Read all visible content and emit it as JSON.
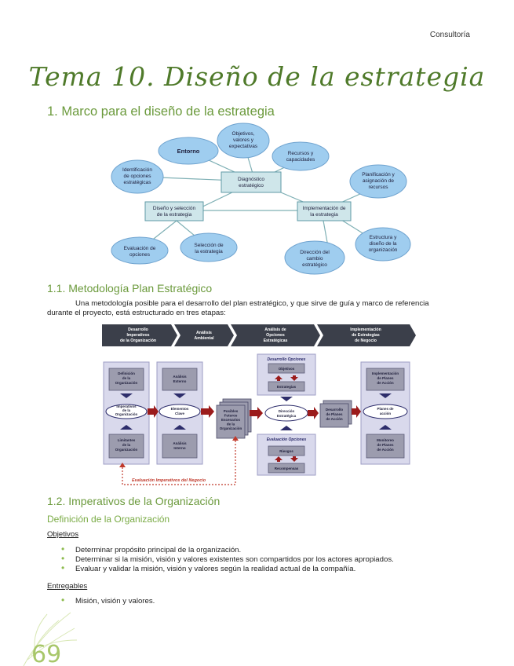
{
  "header": {
    "section": "Consultoría"
  },
  "title": "Tema 10. Diseño de la estrategia",
  "section1": {
    "heading": "1. Marco para el diseño de la estrategia",
    "diagram": {
      "entorno": "Entorno",
      "objetivos": [
        "Objetivos,",
        "valores y",
        "expectativas"
      ],
      "recursos": [
        "Recursos y",
        "capacidades"
      ],
      "identificacion": [
        "Identificación",
        "de opciones",
        "estratégicas"
      ],
      "diagnostico": [
        "Diagnóstico",
        "estratégico"
      ],
      "planificacion": [
        "Planificación y",
        "asignación de",
        "recursos"
      ],
      "diseno": [
        "Diseño y selección",
        "de la estrategia"
      ],
      "implementacion": [
        "Implementación de",
        "la estrategia"
      ],
      "evaluacion": [
        "Evaluación de",
        "opciones"
      ],
      "seleccion": [
        "Selección de",
        "la estrategia"
      ],
      "direccion": [
        "Dirección del",
        "cambio",
        "estratégico"
      ],
      "estructura": [
        "Estructura y",
        "diseño de la",
        "organización"
      ]
    }
  },
  "section11": {
    "heading": "1.1. Metodología Plan Estratégico",
    "para_line1": "Una metodología posible para el desarrollo del plan estratégico, y que sirve de guía y marco de referencia",
    "para_line2": "durante el proyecto, está estructurado en tres etapas:",
    "diagram": {
      "phases": [
        [
          "Desarrollo",
          "Imperativos",
          "de la Organización"
        ],
        [
          "Análisis",
          "Ambiental"
        ],
        [
          "Análisis de",
          "Opciones",
          "Estratégicas"
        ],
        [
          "Implementación",
          "de Estrategias",
          "de Negocio"
        ]
      ],
      "col1": {
        "top": [
          "Definición",
          "de la",
          "Organización"
        ],
        "mid": [
          "Imperativos",
          "de la",
          "Organización"
        ],
        "bottom": [
          "Limitantes",
          "de la",
          "Organización"
        ]
      },
      "col2": {
        "top": [
          "Análisis",
          "Externo"
        ],
        "mid": [
          "Elementos",
          "Clave"
        ],
        "bottom": [
          "Análisis",
          "Interno"
        ]
      },
      "futuros": [
        "Posibles",
        "Futuros",
        "Escenarios",
        "de la",
        "Organización"
      ],
      "desarrollo_opciones": {
        "label": "Desarrollo Opciones",
        "a": "Objetivos",
        "b": "Estrategias"
      },
      "direccion": [
        "Dirección",
        "Estratégica"
      ],
      "evaluacion_opciones": {
        "label": "Evaluación Opciones",
        "a": "Riesgos",
        "b": "Recompensas"
      },
      "desarrollo_planes": [
        "Desarrollo",
        "de Planes",
        "de Acción"
      ],
      "col5": {
        "top": [
          "Implementación",
          "de Planes",
          "de Acción"
        ],
        "mid": [
          "Planes de",
          "acción"
        ],
        "bottom": [
          "Monitoreo",
          "de Planes",
          "de Acción"
        ]
      },
      "feedback": "Evaluación Imperativos del Negocio"
    }
  },
  "section12": {
    "heading": "1.2. Imperativos de la Organización",
    "subheading": "Definición de la Organización",
    "objetivos_label": "Objetivos",
    "objetivos": [
      "Determinar propósito principal de la organización.",
      "Determinar si la misión, visión y valores existentes son compartidos por los actores apropiados.",
      "Evaluar y validar la misión, visión y valores según la realidad actual de la compañía."
    ],
    "entregables_label": "Entregables",
    "entregables": [
      "Misión, visión y valores."
    ]
  },
  "footer": {
    "page_number": "69"
  },
  "colors": {
    "accent_green": "#6b9a3c",
    "ellipse_blue": "#9fcdef",
    "box_teal": "#cfe6ea",
    "dark_red": "#9b1b1b",
    "navy": "#2d2d6b"
  }
}
